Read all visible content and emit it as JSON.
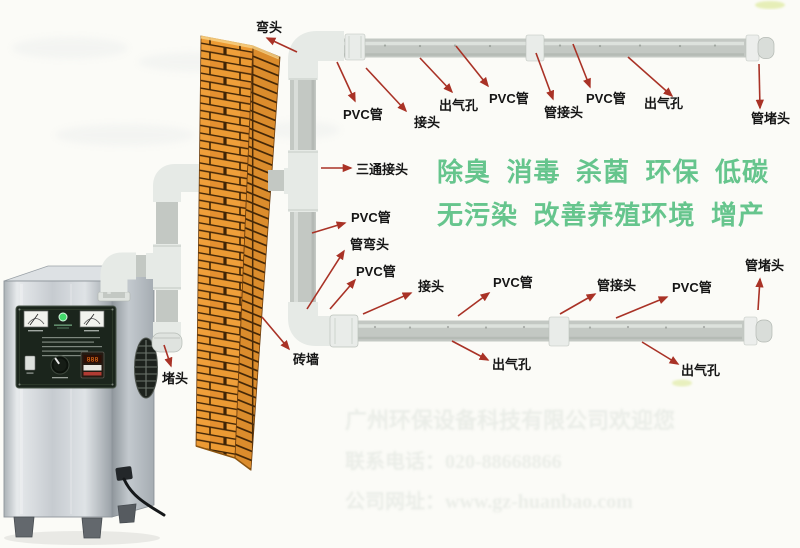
{
  "page": {
    "background": "#fbfbf7",
    "type": "ozone-generator-piping-diagram"
  },
  "promo": {
    "line1": "除臭 消毒 杀菌 环保 低碳",
    "line2": "无污染 改善养殖环境 增产",
    "color": "#66c58d"
  },
  "callouts": [
    {
      "text": "弯头"
    },
    {
      "text": "PVC管"
    },
    {
      "text": "接头"
    },
    {
      "text": "出气孔"
    },
    {
      "text": "PVC管"
    },
    {
      "text": "管接头"
    },
    {
      "text": "PVC管"
    },
    {
      "text": "出气孔"
    },
    {
      "text": "管堵头"
    },
    {
      "text": "三通接头"
    },
    {
      "text": "PVC管"
    },
    {
      "text": "管弯头"
    },
    {
      "text": "PVC管"
    },
    {
      "text": "接头"
    },
    {
      "text": "PVC管"
    },
    {
      "text": "管接头"
    },
    {
      "text": "PVC管"
    },
    {
      "text": "管堵头"
    },
    {
      "text": "出气孔"
    },
    {
      "text": "出气孔"
    },
    {
      "text": "砖墙"
    },
    {
      "text": "堵头"
    }
  ],
  "machine": {
    "counter_digits": "888"
  },
  "watermark": {
    "line1": "广州环保设备科技有限公司欢迎您",
    "line2": "联系电话：020-88668866",
    "line3": "公司网址：www.gz-huanbao.com"
  },
  "colors": {
    "arrow": "#a93226",
    "label": "#151515",
    "pipe": "#c3c8c3",
    "fitting": "#e6eae6",
    "brick_front": "#EC9A33",
    "brick_side": "#DB8C2C",
    "mortar": "#3f2406",
    "promo_green": "#66c58d"
  }
}
